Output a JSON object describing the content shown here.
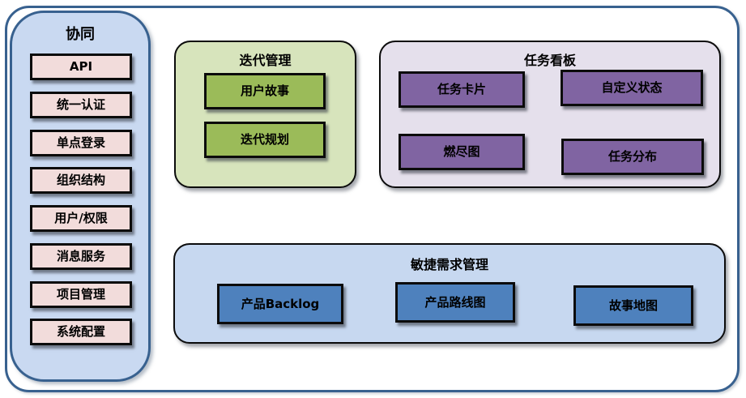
{
  "sidebar": {
    "title": "协同",
    "items": [
      "API",
      "统一认证",
      "单点登录",
      "组织结构",
      "用户/权限",
      "消息服务",
      "项目管理",
      "系统配置"
    ]
  },
  "groups": {
    "iteration": {
      "title": "迭代管理",
      "items": [
        "用户故事",
        "迭代规划"
      ]
    },
    "kanban": {
      "title": "任务看板",
      "items": [
        "任务卡片",
        "自定义状态",
        "燃尽图",
        "任务分布"
      ]
    },
    "requirements": {
      "title": "敏捷需求管理",
      "items": [
        "产品Backlog",
        "产品路线图",
        "故事地图"
      ]
    }
  },
  "colors": {
    "frame_border": "#38618f",
    "sidebar_bg": "#c9d9f1",
    "sidebar_item_bg": "#f2dcdb",
    "iteration_bg": "#d7e4bc",
    "iteration_item_bg": "#9bbb59",
    "kanban_bg": "#e5e0ec",
    "kanban_item_bg": "#8064a2",
    "requirements_bg": "#c7d8f0",
    "requirements_item_bg": "#4e81bd"
  }
}
